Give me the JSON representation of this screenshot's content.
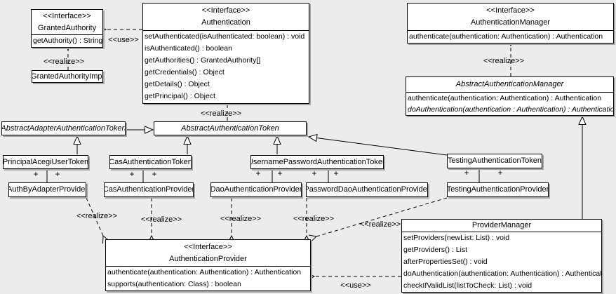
{
  "labels": {
    "use": "<<use>>",
    "realize": "<<realize>>",
    "plus": "+"
  },
  "colors": {
    "background": "#ececec",
    "box_fill": "#ffffff",
    "line": "#000000",
    "shadow": "#a6a6a6"
  },
  "classes": {
    "granted_authority": {
      "stereotype": "<<Interface>>",
      "name": "GrantedAuthority",
      "methods": [
        "getAuthority() : String"
      ]
    },
    "granted_authority_impl": {
      "name": "GrantedAuthorityImpl"
    },
    "authentication": {
      "stereotype": "<<Interface>>",
      "name": "Authentication",
      "methods": [
        "setAuthenticated(isAuthenticated: boolean) : void",
        "isAuthenticated() : boolean",
        "getAuthorities() : GrantedAuthority[]",
        "getCredentials() : Object",
        "getDetails() : Object",
        "getPrincipal() : Object"
      ]
    },
    "authentication_manager": {
      "stereotype": "<<Interface>>",
      "name": "AuthenticationManager",
      "methods": [
        "authenticate(authentication: Authentication) : Authentication"
      ]
    },
    "abstract_authentication_manager": {
      "name": "AbstractAuthenticationManager",
      "methods": [
        "authenticate(authentication: Authentication) : Authentication",
        "doAuthentication(authentication : Authentication) : Authentication"
      ]
    },
    "abstract_adapter_authentication_token": {
      "name": "AbstractAdapterAuthenticationToken"
    },
    "abstract_authentication_token": {
      "name": "AbstractAuthenticationToken"
    },
    "principal_acegi_user_token": {
      "name": "PrincipalAcegiUserToken"
    },
    "cas_authentication_token": {
      "name": "CasAuthenticationToken"
    },
    "username_password_authentication_token": {
      "name": "UsernamePasswordAuthenticationToken"
    },
    "testing_authentication_token": {
      "name": "TestingAuthenticationToken"
    },
    "auth_by_adapter_provider": {
      "name": "AuthByAdapterProvider"
    },
    "cas_authentication_provider": {
      "name": "CasAuthenticationProvider"
    },
    "dao_authentication_provider": {
      "name": "DaoAuthenticationProvider"
    },
    "password_dao_authentication_provider": {
      "name": "PasswordDaoAuthenticationProvider"
    },
    "testing_authentication_provider": {
      "name": "TestingAuthenticationProvider"
    },
    "authentication_provider": {
      "stereotype": "<<Interface>>",
      "name": "AuthenticationProvider",
      "methods": [
        "authenticate(authentication: Authentication) : Authentication",
        "supports(authentication: Class) : boolean"
      ]
    },
    "provider_manager": {
      "name": "ProviderManager",
      "methods": [
        "setProviders(newList: List) : void",
        "getProviders() : List",
        "afterPropertiesSet() : void",
        "doAuthentication(authentication: Authentication) : Authentication",
        "checkIfValidList(listToCheck: List) : void"
      ]
    }
  },
  "relationships": [
    {
      "from": "Authentication",
      "to": "GrantedAuthority",
      "type": "use"
    },
    {
      "from": "GrantedAuthorityImpl",
      "to": "GrantedAuthority",
      "type": "realize"
    },
    {
      "from": "AbstractAuthenticationToken",
      "to": "Authentication",
      "type": "realize"
    },
    {
      "from": "AbstractAuthenticationManager",
      "to": "AuthenticationManager",
      "type": "realize"
    },
    {
      "from": "AbstractAdapterAuthenticationToken",
      "to": "AbstractAuthenticationToken",
      "type": "generalization"
    },
    {
      "from": "PrincipalAcegiUserToken",
      "to": "AbstractAdapterAuthenticationToken",
      "type": "generalization"
    },
    {
      "from": "CasAuthenticationToken",
      "to": "AbstractAuthenticationToken",
      "type": "generalization"
    },
    {
      "from": "UsernamePasswordAuthenticationToken",
      "to": "AbstractAuthenticationToken",
      "type": "generalization"
    },
    {
      "from": "TestingAuthenticationToken",
      "to": "AbstractAuthenticationToken",
      "type": "generalization"
    },
    {
      "from": "ProviderManager",
      "to": "AbstractAuthenticationManager",
      "type": "generalization"
    },
    {
      "from": "PrincipalAcegiUserToken",
      "to": "AuthByAdapterProvider",
      "type": "association"
    },
    {
      "from": "CasAuthenticationToken",
      "to": "CasAuthenticationProvider",
      "type": "association"
    },
    {
      "from": "UsernamePasswordAuthenticationToken",
      "to": "DaoAuthenticationProvider",
      "type": "association"
    },
    {
      "from": "UsernamePasswordAuthenticationToken",
      "to": "PasswordDaoAuthenticationProvider",
      "type": "association"
    },
    {
      "from": "TestingAuthenticationToken",
      "to": "TestingAuthenticationProvider",
      "type": "association"
    },
    {
      "from": "AuthByAdapterProvider",
      "to": "AuthenticationProvider",
      "type": "realize"
    },
    {
      "from": "CasAuthenticationProvider",
      "to": "AuthenticationProvider",
      "type": "realize"
    },
    {
      "from": "DaoAuthenticationProvider",
      "to": "AuthenticationProvider",
      "type": "realize"
    },
    {
      "from": "PasswordDaoAuthenticationProvider",
      "to": "AuthenticationProvider",
      "type": "realize"
    },
    {
      "from": "TestingAuthenticationProvider",
      "to": "AuthenticationProvider",
      "type": "realize"
    },
    {
      "from": "ProviderManager",
      "to": "AuthenticationProvider",
      "type": "use"
    }
  ]
}
